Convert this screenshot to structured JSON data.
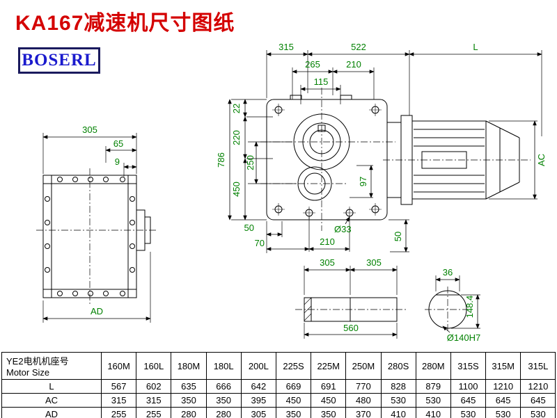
{
  "title": "KA167减速机尺寸图纸",
  "logo": "BOSERL",
  "dims": {
    "top_315": "315",
    "top_522": "522",
    "top_L": "L",
    "t265": "265",
    "t210": "210",
    "t115": "115",
    "v22": "22",
    "v220": "220",
    "v250": "250",
    "v450": "450",
    "v786": "786",
    "v97": "97",
    "lv305": "305",
    "lv65": "65",
    "lv9": "9",
    "lvAD": "AD",
    "b50": "50",
    "b70": "70",
    "b210": "210",
    "b33": "Ø33",
    "r50": "50",
    "s305a": "305",
    "s305b": "305",
    "s560": "560",
    "e36": "36",
    "e1484": "148.4",
    "e140": "Ø140H7",
    "mAC": "AC"
  },
  "table": {
    "header_cn": "YE2电机机座号",
    "header_en": "Motor Size",
    "columns": [
      "160M",
      "160L",
      "180M",
      "180L",
      "200L",
      "225S",
      "225M",
      "250M",
      "280S",
      "280M",
      "315S",
      "315M",
      "315L"
    ],
    "rows": [
      {
        "label": "L",
        "values": [
          567,
          602,
          635,
          666,
          642,
          669,
          691,
          770,
          828,
          879,
          1100,
          1210,
          1210
        ]
      },
      {
        "label": "AC",
        "values": [
          315,
          315,
          350,
          350,
          395,
          450,
          450,
          480,
          530,
          530,
          645,
          645,
          645
        ]
      },
      {
        "label": "AD",
        "values": [
          255,
          255,
          280,
          280,
          305,
          350,
          350,
          370,
          410,
          410,
          530,
          530,
          530
        ]
      }
    ]
  }
}
